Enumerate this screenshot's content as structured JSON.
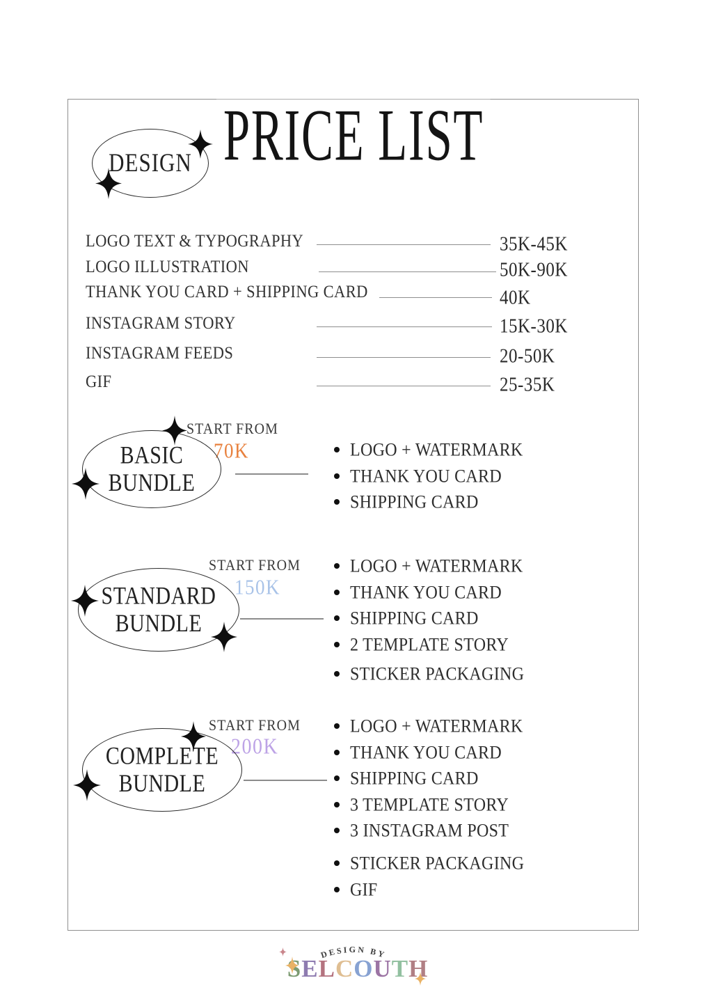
{
  "title": "PRICE LIST",
  "design": {
    "label": "DESIGN"
  },
  "services": [
    {
      "label": "LOGO TEXT & TYPOGRAPHY",
      "price": "35K-45K"
    },
    {
      "label": "LOGO ILLUSTRATION",
      "price": "50K-90K"
    },
    {
      "label": "THANK YOU CARD + SHIPPING CARD",
      "price": "40K"
    },
    {
      "label": "INSTAGRAM STORY",
      "price": "15K-30K"
    },
    {
      "label": "INSTAGRAM FEEDS",
      "price": "20-50K"
    },
    {
      "label": "GIF",
      "price": "25-35K"
    }
  ],
  "bundles": [
    {
      "name_line1": "BASIC",
      "name_line2": "BUNDLE",
      "start_label": "START FROM",
      "price": "70K",
      "price_color": "#E8813E",
      "items": [
        "LOGO + WATERMARK",
        "THANK YOU CARD",
        "SHIPPING CARD"
      ]
    },
    {
      "name_line1": "STANDARD",
      "name_line2": "BUNDLE",
      "start_label": "START FROM",
      "price": "150K",
      "price_color": "#A9C3E8",
      "items": [
        "LOGO + WATERMARK",
        "THANK YOU CARD",
        "SHIPPING CARD",
        "2 TEMPLATE STORY",
        "STICKER PACKAGING"
      ]
    },
    {
      "name_line1": "COMPLETE",
      "name_line2": "BUNDLE",
      "start_label": "START FROM",
      "price": "200K",
      "price_color": "#BDA3E6",
      "items": [
        "LOGO + WATERMARK",
        "THANK YOU CARD",
        "SHIPPING CARD",
        "3 TEMPLATE STORY",
        "3 INSTAGRAM POST",
        "STICKER PACKAGING",
        "GIF"
      ]
    }
  ],
  "footer": {
    "byline": "DESIGN BY",
    "brand": "SELCOUTH",
    "brand_letters": [
      {
        "char": "S",
        "color": "#7C9B72"
      },
      {
        "char": "E",
        "color": "#8E7BB0"
      },
      {
        "char": "L",
        "color": "#B4737F"
      },
      {
        "char": "C",
        "color": "#DFBE92"
      },
      {
        "char": "O",
        "color": "#87A2D2"
      },
      {
        "char": "U",
        "color": "#9C74A4"
      },
      {
        "char": "T",
        "color": "#92C0A0"
      },
      {
        "char": "H",
        "color": "#B17F84"
      }
    ]
  },
  "colors": {
    "frame_border": "#8f8f8f",
    "leader_line": "#8e8e8e",
    "text": "#2c2c2c",
    "sparkle_black": "#0e0e0e",
    "sparkle_gold": "#E9B265",
    "sparkle_rose": "#C9868C"
  }
}
